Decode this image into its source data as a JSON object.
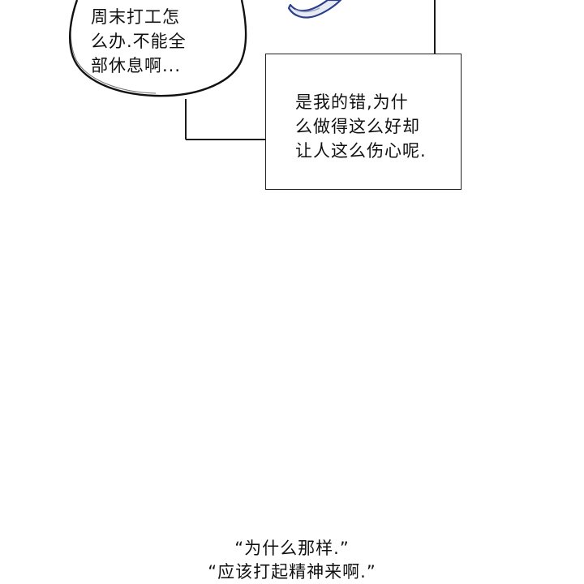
{
  "panel": {
    "thought_bubble_text": "周末打工怎\n么办.不能全\n部休息啊...",
    "narration_box_text": "是我的错,为什\n么做得这么好却\n让人这么伤心呢.",
    "captions": [
      "“为什么那样.”",
      "“应该打起精神来啊.”"
    ]
  },
  "colors": {
    "background": "#ffffff",
    "ink": "#111111",
    "sleeve_blue": "#2b3f8a"
  }
}
